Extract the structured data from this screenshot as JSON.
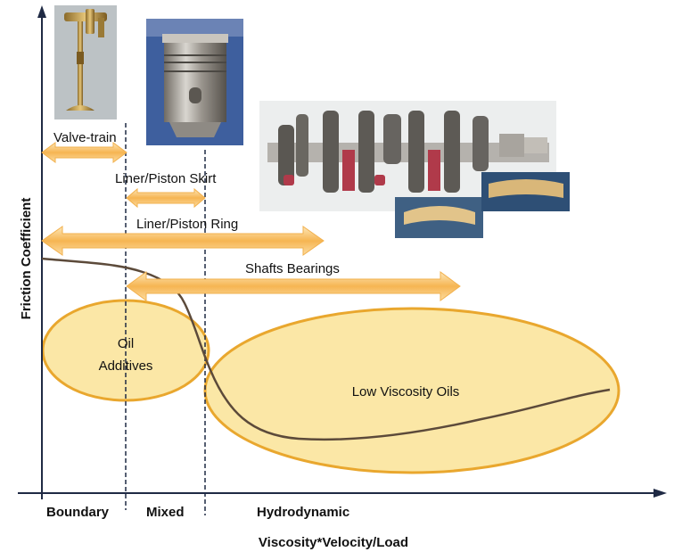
{
  "axes": {
    "x_label": "Viscosity*Velocity/Load",
    "y_label": "Friction Coefficient"
  },
  "regimes": {
    "boundary": "Boundary",
    "mixed": "Mixed",
    "hydrodynamic": "Hydrodynamic"
  },
  "components": {
    "valve_train": "Valve-train",
    "liner_piston_skirt": "Liner/Piston Skirt",
    "liner_piston_ring": "Liner/Piston Ring",
    "shafts_bearings": "Shafts Bearings"
  },
  "solutions": {
    "oil_additives_line1": "Oil",
    "oil_additives_line2": "Additives",
    "low_viscosity_oils": "Low Viscosity Oils"
  },
  "colors": {
    "arrow_fill": "#f5b04a",
    "arrow_light": "#fde7b8",
    "ellipse_fill": "#fbe7a6",
    "ellipse_stroke": "#e9a72e",
    "curve": "#5c4a3a",
    "axis": "#1f2a44"
  }
}
